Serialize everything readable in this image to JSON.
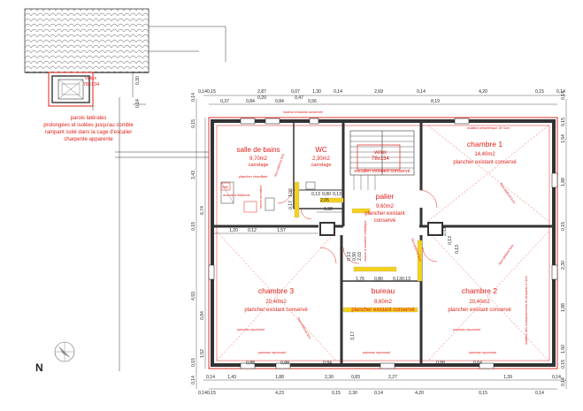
{
  "colors": {
    "wall": "#333333",
    "red": "#e0201a",
    "yellow": "#f2d21b",
    "line": "#444444"
  },
  "top_annotation": {
    "velux_title": "velux",
    "velux_size": "78x134",
    "dim_right": "0,30",
    "dim_side": "0,14",
    "notes": [
      "parois latérales",
      "prolongées et isolées jusqu'au comble",
      "rampant isolé dans la cage d'escalier",
      "charpente apparente"
    ]
  },
  "rooms": {
    "sdb": {
      "name": "salle de bains",
      "area": "9,70m2",
      "floor": "carrelage",
      "note": "plancher chauffant"
    },
    "wc": {
      "name": "WC",
      "area": "2,30m2",
      "floor": "carrelage"
    },
    "palier": {
      "name": "palier",
      "area": "9,60m2",
      "floor": "plancher existant",
      "state": "conservé"
    },
    "chambre1": {
      "name": "chambre 1",
      "area": "14,40m2",
      "floor": "plancher existant conservé"
    },
    "chambre2": {
      "name": "chambre 2",
      "area": "20,40m2",
      "floor": "plancher existant conservé"
    },
    "chambre3": {
      "name": "chambre 3",
      "area": "20,40m2",
      "floor": "plancher existant conservé"
    },
    "bureau": {
      "name": "bureau",
      "area": "8,60m2",
      "floor": "plancher existant conservé"
    }
  },
  "stair": {
    "velux_title": "velux",
    "velux_size": "78x134",
    "note": "escalier existant conservé"
  },
  "small_notes": {
    "hauteur": "hauteur existante conservée",
    "isolation_peri": "isolation périphérique 15+1cm",
    "douche": "douche à l'italienne",
    "seche": "sèche-serviettes",
    "faux_plafond": "faux-plafond 5cm",
    "panneau": "panneau rayonnant",
    "isolation_long": "isolation des soubassements et rampants 4+1cm",
    "entretoise": "cloison à ossature métallique",
    "wm": "WM"
  },
  "dims": {
    "top1": [
      "0,14",
      "0,15",
      "2,87",
      "0,07",
      "1,30",
      "0,14",
      "2,69",
      "0,14",
      "4,20",
      "0,15",
      "0,14"
    ],
    "top2": [
      "0,37",
      "0,84",
      "0,84",
      "0,56",
      "8,19"
    ],
    "top2b": [
      "0,20",
      "0,47"
    ],
    "bottom1": [
      "0,14",
      "1,43",
      "1,88",
      "2,30",
      "0,83",
      "2,27",
      "1,39",
      "0,14"
    ],
    "bottom2": [
      "0,14",
      "0,15",
      "4,23",
      "0,15",
      "2,30",
      "0,14",
      "4,20",
      "0,15",
      "0,14"
    ],
    "bottom_inner": [
      "0,88",
      "0,88",
      "0,84",
      "0,88",
      "0,64"
    ],
    "left_outer": [
      "0,14",
      "0,15",
      "3,43",
      "0,15",
      "4,93",
      "0,15",
      "0,14"
    ],
    "left_total": "6,74",
    "left_inner": [
      "0,84",
      "1,52"
    ],
    "right": [
      "0,14",
      "0,15",
      "1,54",
      "1,88",
      "0,15",
      "2,30",
      "1,88",
      "1,50",
      "0,15",
      "0,14"
    ],
    "inner": [
      "1,20",
      "0,12",
      "1,57",
      "1,30",
      "2,05",
      "0,13",
      "0,80",
      "0,13",
      "1,76",
      "0,80",
      "0,13",
      "0,13",
      "1,06",
      "0,17",
      "3,17",
      "0,90",
      "2,03",
      "0,13",
      "0,13",
      "2,03",
      "0,13"
    ]
  }
}
